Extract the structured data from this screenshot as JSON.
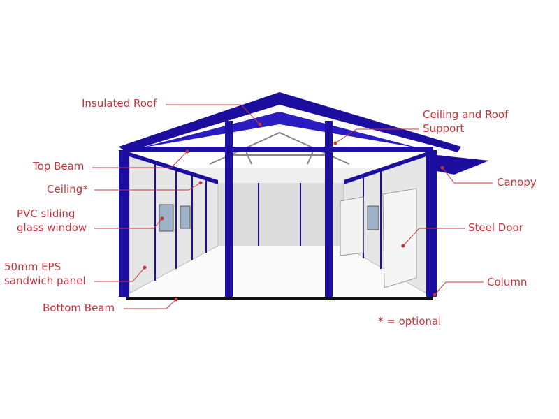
{
  "labels": {
    "insulated_roof": "Insulated Roof",
    "ceiling_roof_support_1": "Ceiling and Roof",
    "ceiling_roof_support_2": "Support",
    "top_beam": "Top Beam",
    "canopy": "Canopy",
    "ceiling": "Ceiling*",
    "pvc_window_1": "PVC sliding",
    "pvc_window_2": "glass window",
    "steel_door": "Steel Door",
    "eps_panel_1": "50mm EPS",
    "eps_panel_2": "sandwich panel",
    "column": "Column",
    "bottom_beam": "Bottom Beam",
    "optional_note": "* = optional"
  },
  "colors": {
    "frame": "#1c0fa0",
    "label": "#c8333a",
    "panel": "#e4e4e4"
  }
}
